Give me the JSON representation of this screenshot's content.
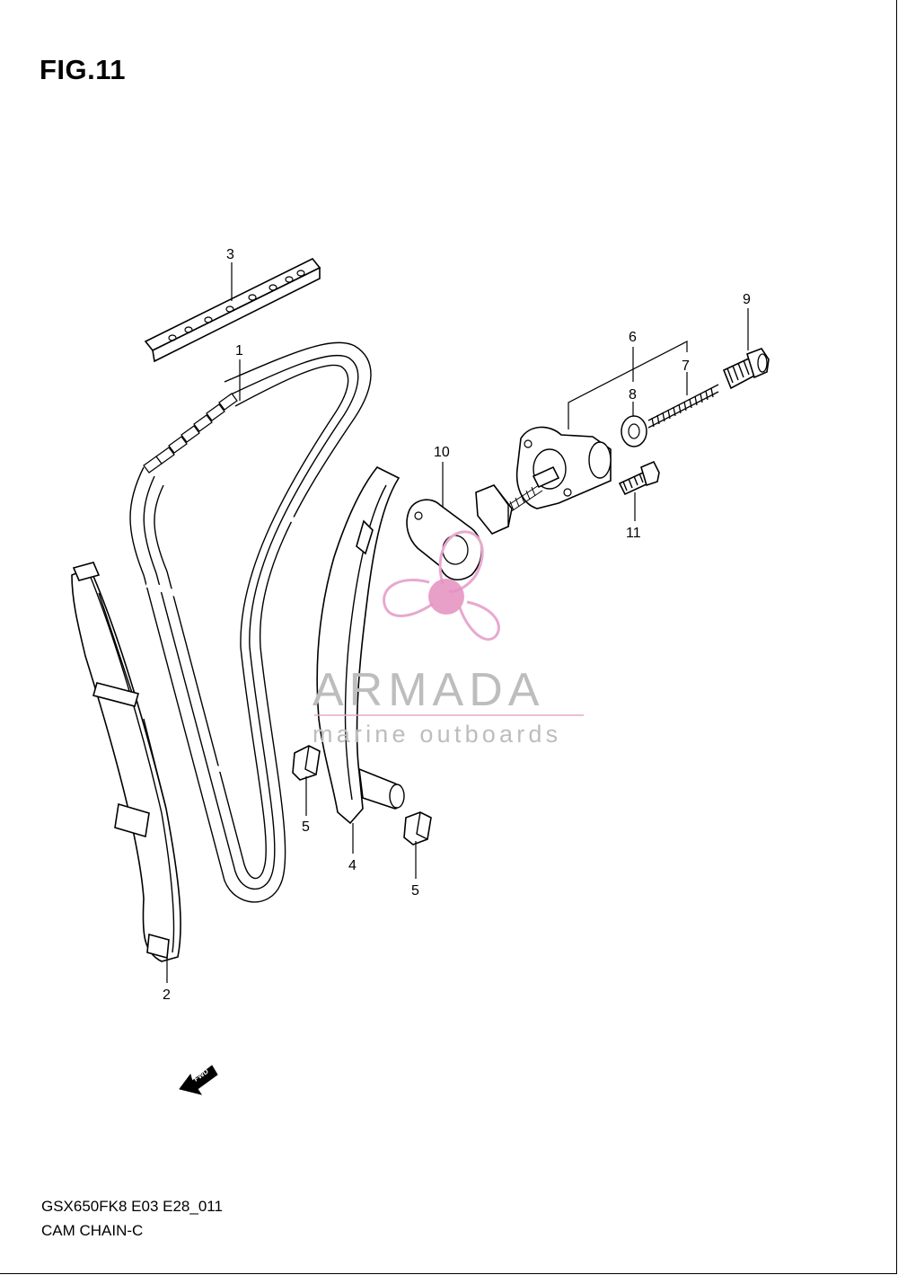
{
  "figure": {
    "title": "FIG.11",
    "code": "GSX650FK8 E03 E28_011",
    "name": "CAM CHAIN-C"
  },
  "watermark": {
    "brand": "ARMADA",
    "tagline": "marine outboards",
    "logo_icon": "propeller-icon",
    "colors": {
      "logo": "#e7a9cf",
      "logo_center": "#e48fc0",
      "text": "#bdbdbd",
      "rule": "#e7a9cf"
    }
  },
  "fwd_indicator": {
    "label": "FWD"
  },
  "callouts": [
    {
      "num": "1",
      "part": "cam-chain"
    },
    {
      "num": "2",
      "part": "cam-chain-guide"
    },
    {
      "num": "3",
      "part": "top-guide"
    },
    {
      "num": "4",
      "part": "tensioner-arm"
    },
    {
      "num": "5",
      "part": "arm-cushion"
    },
    {
      "num": "5",
      "part": "arm-cushion"
    },
    {
      "num": "6",
      "part": "tensioner-assy"
    },
    {
      "num": "7",
      "part": "spring"
    },
    {
      "num": "8",
      "part": "washer"
    },
    {
      "num": "9",
      "part": "plug-bolt"
    },
    {
      "num": "10",
      "part": "gasket"
    },
    {
      "num": "11",
      "part": "bolt"
    }
  ]
}
